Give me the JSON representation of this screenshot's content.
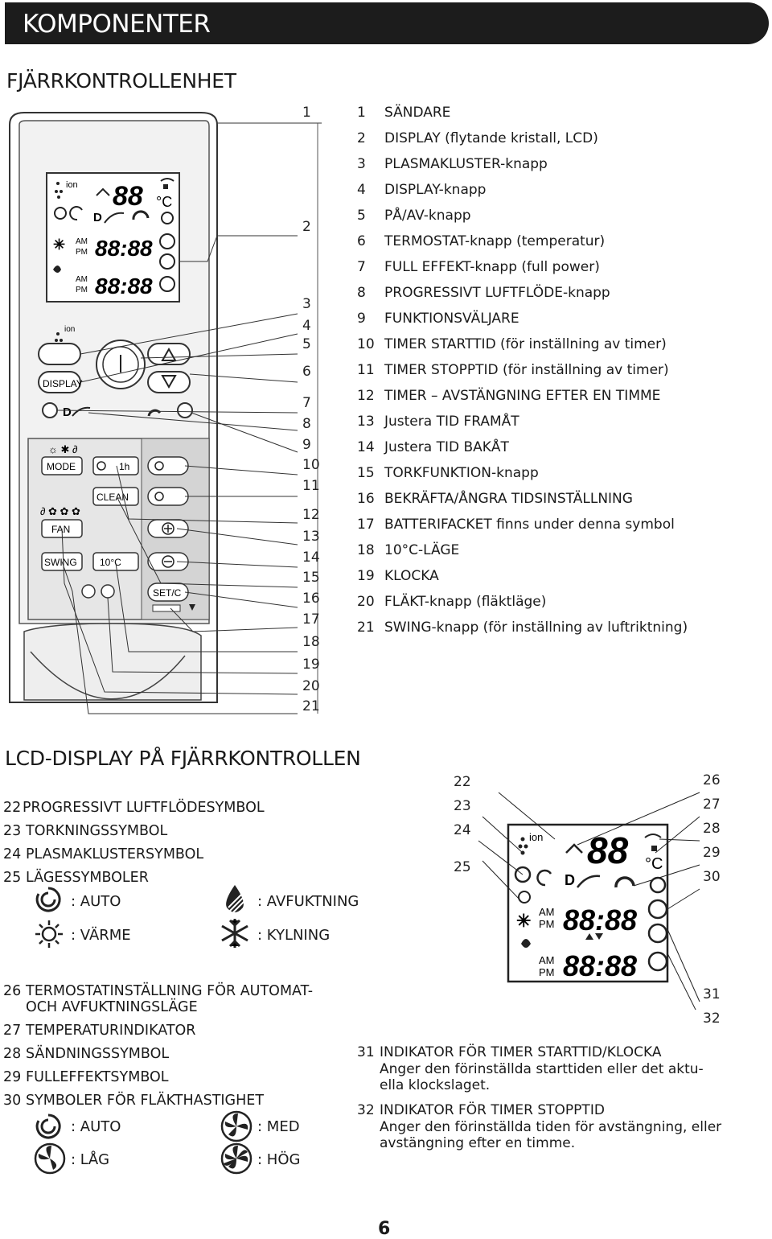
{
  "banner": {
    "title": "KOMPONENTER"
  },
  "section1": {
    "title": "FJÄRRKONTROLLENHET"
  },
  "remote": {
    "buttons": {
      "display": "DISPLAY",
      "mode": "MODE",
      "timer_1h": "1h",
      "clean": "CLEAN",
      "fan": "FAN",
      "swing": "SWING",
      "ten_c": "10°C",
      "setc": "SET/C"
    },
    "lcd": {
      "ion": "ion",
      "temp": "88",
      "unit": "°C",
      "am": "AM",
      "pm": "PM",
      "clock": "88:88"
    },
    "callouts": [
      "1",
      "2",
      "3",
      "4",
      "5",
      "6",
      "7",
      "8",
      "9",
      "10",
      "11",
      "12",
      "13",
      "14",
      "15",
      "16",
      "17",
      "18",
      "19",
      "20",
      "21"
    ]
  },
  "components": [
    {
      "n": "1",
      "t": "SÄNDARE"
    },
    {
      "n": "2",
      "t": "DISPLAY (flytande kristall, LCD)"
    },
    {
      "n": "3",
      "t": "PLASMAKLUSTER-knapp"
    },
    {
      "n": "4",
      "t": "DISPLAY-knapp"
    },
    {
      "n": "5",
      "t": "PÅ/AV-knapp"
    },
    {
      "n": "6",
      "t": "TERMOSTAT-knapp (temperatur)"
    },
    {
      "n": "7",
      "t": "FULL EFFEKT-knapp (full power)"
    },
    {
      "n": "8",
      "t": "PROGRESSIVT LUFTFLÖDE-knapp"
    },
    {
      "n": "9",
      "t": "FUNKTIONSVÄLJARE"
    },
    {
      "n": "10",
      "t": "TIMER STARTTID (för inställning av timer)"
    },
    {
      "n": "11",
      "t": "TIMER STOPPTID (för inställning av timer)"
    },
    {
      "n": "12",
      "t": "TIMER – AVSTÄNGNING EFTER EN TIMME"
    },
    {
      "n": "13",
      "t": "Justera TID FRAMÅT"
    },
    {
      "n": "14",
      "t": "Justera TID BAKÅT"
    },
    {
      "n": "15",
      "t": "TORKFUNKTION-knapp"
    },
    {
      "n": "16",
      "t": "BEKRÄFTA/ÅNGRA TIDSINSTÄLLNING"
    },
    {
      "n": "17",
      "t": "BATTERIFACKET finns under denna symbol"
    },
    {
      "n": "18",
      "t": "10°C-LÄGE"
    },
    {
      "n": "19",
      "t": "KLOCKA"
    },
    {
      "n": "20",
      "t": "FLÄKT-knapp (fläktläge)"
    },
    {
      "n": "21",
      "t": "SWING-knapp (för inställning av luftriktning)"
    }
  ],
  "section2": {
    "title": "LCD-DISPLAY PÅ FJÄRRKONTROLLEN"
  },
  "lcd_items_a": [
    {
      "n": "22",
      "t": "PROGRESSIVT LUFTFLÖDESYMBOL"
    },
    {
      "n": "23",
      "t": "TORKNINGSSYMBOL"
    },
    {
      "n": "24",
      "t": "PLASMAKLUSTERSYMBOL"
    },
    {
      "n": "25",
      "t": "LÄGESSYMBOLER"
    }
  ],
  "mode_symbols": {
    "auto": ": AUTO",
    "dry": ": AVFUKTNING",
    "heat": ": VÄRME",
    "cool": ": KYLNING"
  },
  "lcd_items_b": [
    {
      "n": "26",
      "t": "TERMOSTATINSTÄLLNING FÖR AUTOMAT-"
    },
    {
      "n": "",
      "t": "OCH AVFUKTNINGSLÄGE"
    },
    {
      "n": "27",
      "t": "TEMPERATURINDIKATOR"
    },
    {
      "n": "28",
      "t": "SÄNDNINGSSYMBOL"
    },
    {
      "n": "29",
      "t": "FULLEFFEKTSYMBOL"
    },
    {
      "n": "30",
      "t": "SYMBOLER FÖR FLÄKTHASTIGHET"
    }
  ],
  "fan_symbols": {
    "auto": ": AUTO",
    "med": ": MED",
    "low": ": LÅG",
    "high": ": HÖG"
  },
  "lcd_callouts_left": [
    "22",
    "23",
    "24",
    "25"
  ],
  "lcd_callouts_right": [
    "26",
    "27",
    "28",
    "29",
    "30"
  ],
  "lcd_callouts_bottom": [
    "31",
    "32"
  ],
  "timer_items": [
    {
      "n": "31",
      "t": "INDIKATOR FÖR TIMER STARTTID/KLOCKA",
      "d1": "Anger den förinställda starttiden eller det aktu-",
      "d2": "ella klockslaget."
    },
    {
      "n": "32",
      "t": "INDIKATOR FÖR TIMER STOPPTID",
      "d1": "Anger den förinställda tiden för avstängning, eller",
      "d2": "avstängning efter en timme."
    }
  ],
  "page_number": "6"
}
